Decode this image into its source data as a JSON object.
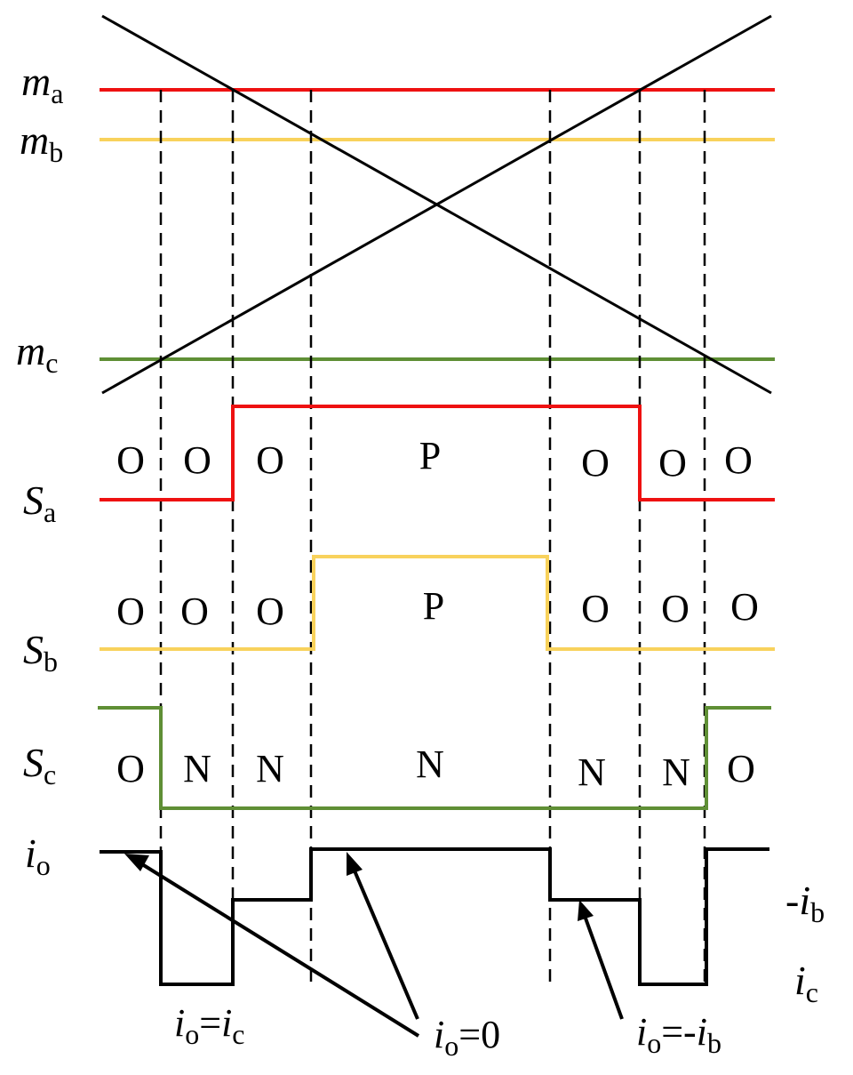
{
  "colors": {
    "phase_a": "#ee1111",
    "phase_b": "#f8d25c",
    "phase_c": "#5f8f35",
    "carrier": "#000000",
    "current": "#000000"
  },
  "labels": {
    "ma": {
      "main": "m",
      "sub": "a"
    },
    "mb": {
      "main": "m",
      "sub": "b"
    },
    "mc": {
      "main": "m",
      "sub": "c"
    },
    "sa": {
      "main": "S",
      "sub": "a"
    },
    "sb": {
      "main": "S",
      "sub": "b"
    },
    "sc": {
      "main": "S",
      "sub": "c"
    },
    "io": {
      "main": "i",
      "sub": "o"
    },
    "neg_ib": {
      "pre": "-",
      "main": "i",
      "sub": "b"
    },
    "ic": {
      "main": "i",
      "sub": "c"
    }
  },
  "states": {
    "sa": [
      "O",
      "O",
      "O",
      "P",
      "O",
      "O",
      "O"
    ],
    "sb": [
      "O",
      "O",
      "O",
      "P",
      "O",
      "O",
      "O"
    ],
    "sc": [
      "O",
      "N",
      "N",
      "N",
      "N",
      "N",
      "O"
    ]
  },
  "annotations": {
    "io_eq_ic": {
      "lhs_main": "i",
      "lhs_sub": "o",
      "eq": "=",
      "rhs_main": "i",
      "rhs_sub": "c"
    },
    "io_eq_0": {
      "lhs_main": "i",
      "lhs_sub": "o",
      "eq": "=",
      "rhs": "0"
    },
    "io_eq_neg_ib": {
      "lhs_main": "i",
      "lhs_sub": "o",
      "eq": "=-",
      "rhs_main": "i",
      "rhs_sub": "b"
    }
  }
}
